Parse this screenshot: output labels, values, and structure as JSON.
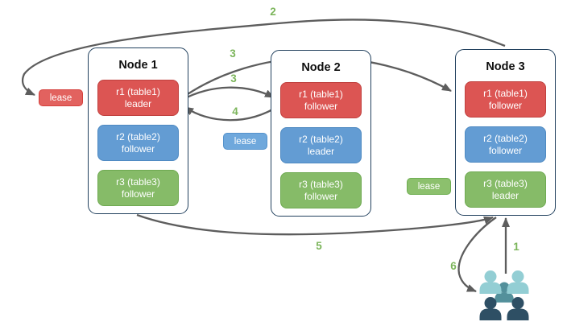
{
  "diagram": {
    "nodes": [
      {
        "title": "Node 1",
        "replicas": [
          {
            "name": "r1 (table1)",
            "role": "leader",
            "color": "#dc5553"
          },
          {
            "name": "r2 (table2)",
            "role": "follower",
            "color": "#639cd3"
          },
          {
            "name": "r3 (table3)",
            "role": "follower",
            "color": "#86bb68"
          }
        ]
      },
      {
        "title": "Node 2",
        "replicas": [
          {
            "name": "r1 (table1)",
            "role": "follower",
            "color": "#dc5553"
          },
          {
            "name": "r2 (table2)",
            "role": "leader",
            "color": "#639cd3"
          },
          {
            "name": "r3 (table3)",
            "role": "follower",
            "color": "#86bb68"
          }
        ]
      },
      {
        "title": "Node 3",
        "replicas": [
          {
            "name": "r1 (table1)",
            "role": "follower",
            "color": "#dc5553"
          },
          {
            "name": "r2 (table2)",
            "role": "follower",
            "color": "#639cd3"
          },
          {
            "name": "r3 (table3)",
            "role": "leader",
            "color": "#86bb68"
          }
        ]
      }
    ],
    "leases": [
      {
        "label": "lease",
        "color": "#e2625f"
      },
      {
        "label": "lease",
        "color": "#6fa8dc"
      },
      {
        "label": "lease",
        "color": "#8cc06d"
      }
    ],
    "steps": {
      "s1": "1",
      "s2": "2",
      "s3a": "3",
      "s3b": "3",
      "s4": "4",
      "s5": "5",
      "s6": "6"
    },
    "icons": {
      "users": "users-group-icon"
    },
    "colors": {
      "arrow": "#5d5d5d",
      "step_label": "#7cb55b",
      "node_border": "#22415e",
      "users_light": "#93ced4",
      "users_mid": "#53909b",
      "users_dark": "#2e4f64"
    }
  }
}
